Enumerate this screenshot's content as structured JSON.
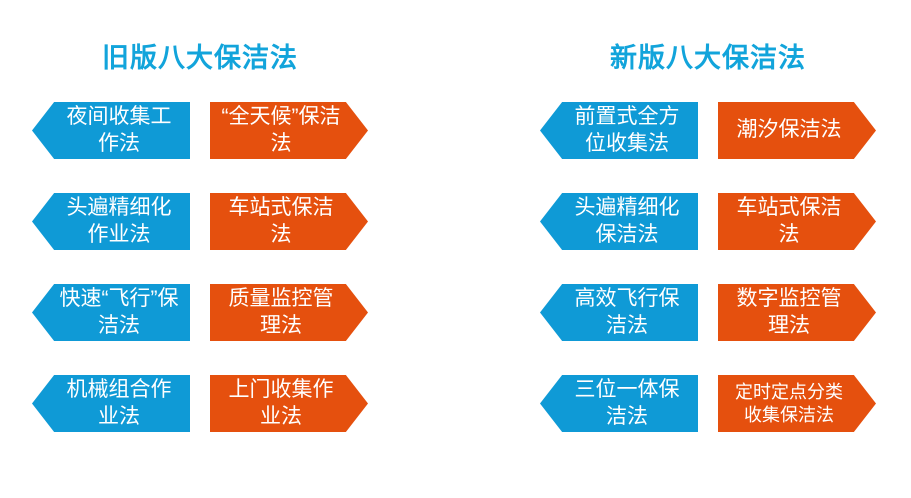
{
  "colors": {
    "blue": "#0f9ad6",
    "orange": "#e5500e",
    "title": "#12a4db"
  },
  "left": {
    "title": "旧版八大保洁法",
    "rows": [
      {
        "blue": "夜间收集工作法",
        "orange": "“全天候”保洁法"
      },
      {
        "blue": "头遍精细化作业法",
        "orange": "车站式保洁法"
      },
      {
        "blue": "快速“飞行”保洁法",
        "orange": "质量监控管理法"
      },
      {
        "blue": "机械组合作业法",
        "orange": "上门收集作业法"
      }
    ]
  },
  "right": {
    "title": "新版八大保洁法",
    "rows": [
      {
        "blue": "前置式全方位收集法",
        "orange": "潮汐保洁法"
      },
      {
        "blue": "头遍精细化保洁法",
        "orange": "车站式保洁法"
      },
      {
        "blue": "高效飞行保洁法",
        "orange": "数字监控管理法"
      },
      {
        "blue": "三位一体保洁法",
        "orange": "定时定点分类收集保洁法"
      }
    ]
  }
}
